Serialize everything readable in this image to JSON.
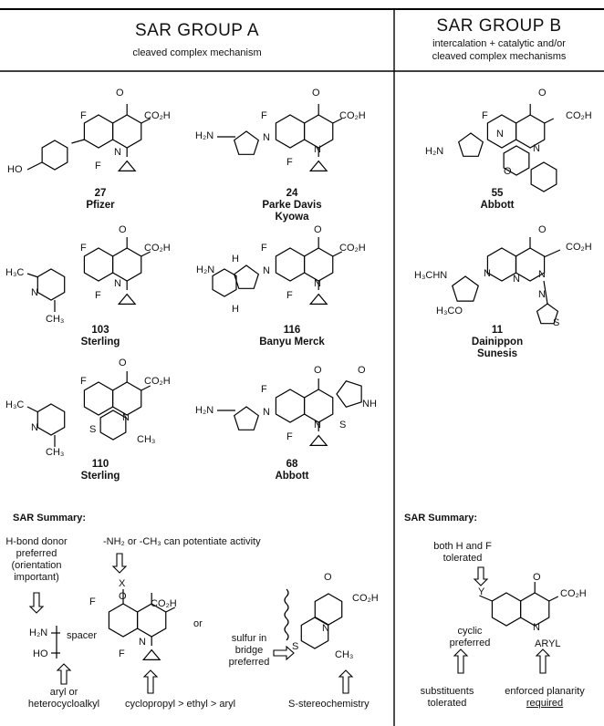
{
  "group_a": {
    "title": "SAR GROUP A",
    "subtitle": "cleaved complex mechanism",
    "compounds": [
      {
        "number": "27",
        "company": "Pfizer"
      },
      {
        "number": "24",
        "company": "Parke Davis",
        "company2": "Kyowa"
      },
      {
        "number": "103",
        "company": "Sterling"
      },
      {
        "number": "116",
        "company": "Banyu Merck"
      },
      {
        "number": "110",
        "company": "Sterling"
      },
      {
        "number": "68",
        "company": "Abbott"
      }
    ],
    "summary": {
      "heading": "SAR Summary:",
      "hbond": [
        "H-bond donor",
        "preferred",
        "(orientation",
        "important)"
      ],
      "nh2_ch3": "-NH₂ or -CH₃ can potentiate activity",
      "x_label": "X",
      "or_label": "or",
      "h2n": "H₂N",
      "ho": "HO",
      "spacer": "spacer",
      "aryl": [
        "aryl or",
        "heterocycloalkyl"
      ],
      "cyclopropyl": "cyclopropyl > ethyl > aryl",
      "sulfur": [
        "sulfur in",
        "bridge",
        "preferred"
      ],
      "stereo": "S-stereochemistry"
    }
  },
  "group_b": {
    "title": "SAR GROUP B",
    "subtitle": [
      "intercalation + catalytic and/or",
      "cleaved complex mechanisms"
    ],
    "compounds": [
      {
        "number": "55",
        "company": "Abbott"
      },
      {
        "number": "11",
        "company": "Dainippon",
        "company2": "Sunesis"
      }
    ],
    "summary": {
      "heading": "SAR Summary:",
      "hf": [
        "both H and F",
        "tolerated"
      ],
      "y_label": "Y",
      "cyclic": [
        "cyclic",
        "preferred"
      ],
      "aryl_label": "ARYL",
      "substituents": [
        "substituents",
        "tolerated"
      ],
      "planarity": [
        "enforced planarity",
        "required"
      ]
    }
  },
  "atoms": {
    "co2h": "CO₂H",
    "f": "F",
    "n": "N",
    "o": "O",
    "s": "S",
    "nh": "NH",
    "ho": "HO",
    "h2n": "H₂N",
    "ch3": "CH₃",
    "h3c": "H₃C",
    "h3chn": "H₃CHN",
    "h3co": "H₃CO",
    "h": "H"
  }
}
